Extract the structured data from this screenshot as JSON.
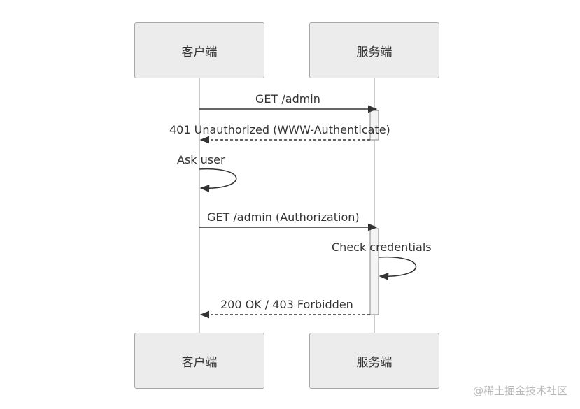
{
  "participants": {
    "client_top": "客户端",
    "server_top": "服务端",
    "client_bottom": "客户端",
    "server_bottom": "服务端"
  },
  "messages": {
    "m1": "GET /admin",
    "m2": "401 Unauthorized   (WWW-Authenticate)",
    "m3": "Ask user",
    "m4": "GET /admin  (Authorization)",
    "m5": "Check credentials",
    "m6": "200 OK / 403 Forbidden"
  },
  "watermark": "@稀土掘金技术社区",
  "colors": {
    "box_fill": "#ececec",
    "box_border": "#a8a8a8",
    "line": "#333333"
  }
}
